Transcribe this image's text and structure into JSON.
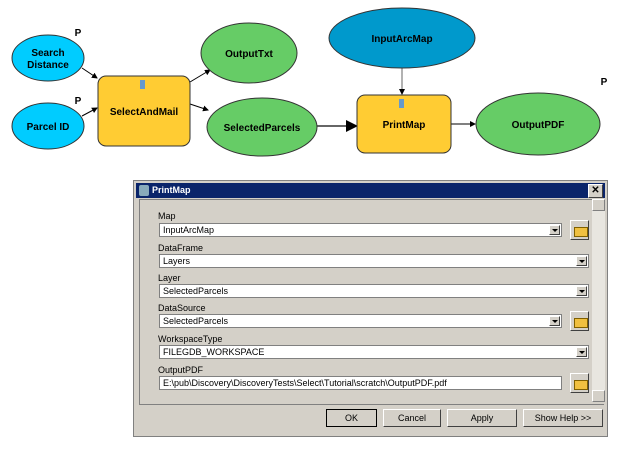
{
  "diagram": {
    "nodes": {
      "search_distance": [
        "Search",
        "Distance"
      ],
      "parcel_id": "Parcel ID",
      "select_and_mail": "SelectAndMail",
      "output_txt": "OutputTxt",
      "selected_parcels": "SelectedParcels",
      "input_arc_map": "InputArcMap",
      "print_map": "PrintMap",
      "output_pdf": "OutputPDF"
    },
    "param_marker": "P",
    "colors": {
      "input_light": "#00ccff",
      "input_dark": "#0099cc",
      "tool": "#ffcc33",
      "output": "#66cc66"
    }
  },
  "dialog": {
    "title": "PrintMap",
    "close": "✕",
    "fields": [
      {
        "label": "Map",
        "value": "InputArcMap"
      },
      {
        "label": "DataFrame",
        "value": "Layers"
      },
      {
        "label": "Layer",
        "value": "SelectedParcels"
      },
      {
        "label": "DataSource",
        "value": "SelectedParcels"
      },
      {
        "label": "WorkspaceType",
        "value": "FILEGDB_WORKSPACE"
      },
      {
        "label": "OutputPDF",
        "value": "E:\\pub\\Discovery\\DiscoveryTests\\Select\\Tutorial\\scratch\\OutputPDF.pdf"
      }
    ],
    "buttons": {
      "ok": "OK",
      "cancel": "Cancel",
      "apply": "Apply",
      "help": "Show Help >>"
    }
  }
}
